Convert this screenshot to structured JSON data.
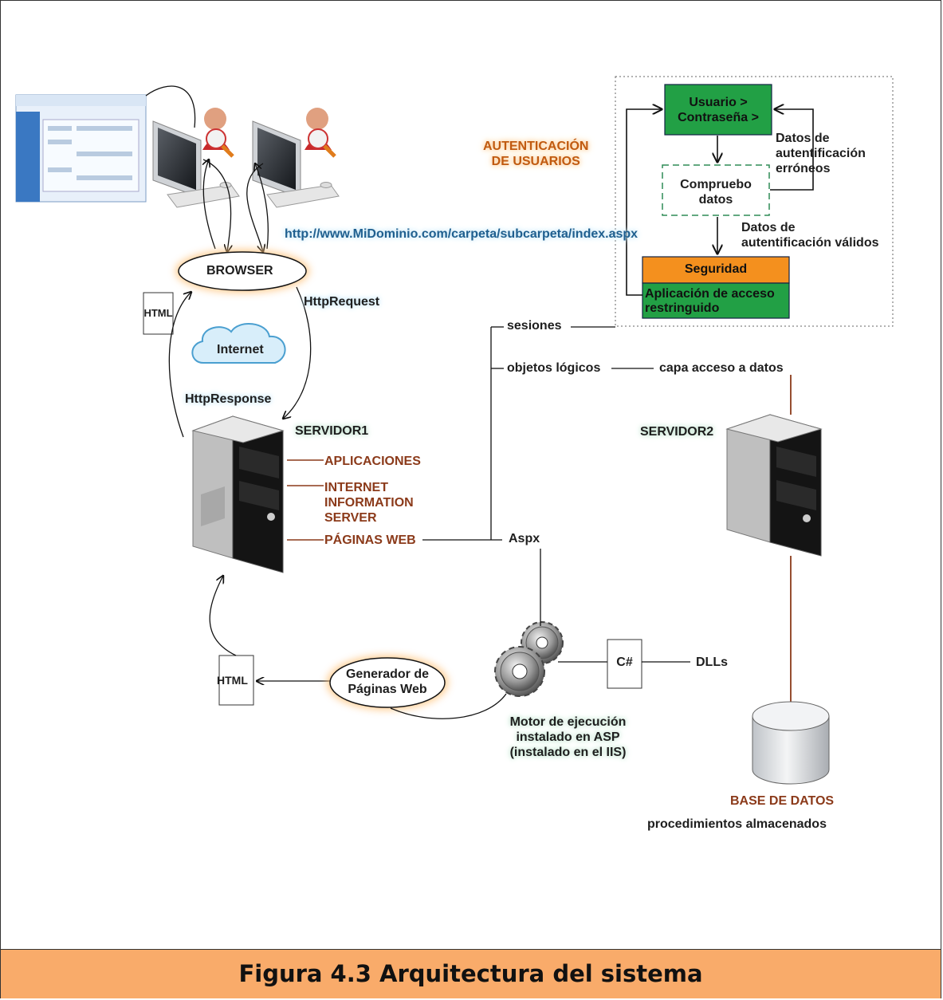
{
  "diagram": {
    "auth_title": "AUTENTICACIÓN\nDE USUARIOS",
    "auth_user_box": "Usuario >\nContraseña >",
    "auth_check_box": "Compruebo\ndatos",
    "auth_wrong": "Datos de\nautentificación\nerróneos",
    "auth_valid": "Datos de\nautentificación válidos",
    "auth_security": "Seguridad",
    "auth_app": "Aplicación de acceso\nrestringuido",
    "url": "http://www.MiDominio.com/carpeta/subcarpeta/index.aspx",
    "browser": "BROWSER",
    "html_top": "HTML",
    "http_request": "HttpRequest",
    "internet": "Internet",
    "http_response": "HttpResponse",
    "servidor1": "SERVIDOR1",
    "aplicaciones": "APLICACIONES",
    "iis": "INTERNET\nINFORMATION\nSERVER",
    "paginas_web": "PÁGINAS WEB",
    "aspx": "Aspx",
    "sesiones": "sesiones",
    "objetos_logicos": "objetos lógicos",
    "capa_acceso": "capa acceso a datos",
    "servidor2": "SERVIDOR2",
    "html_bottom": "HTML",
    "generador": "Generador de\nPáginas Web",
    "csharp": "C#",
    "dlls": "DLLs",
    "motor": "Motor de ejecución\ninstalado en ASP\n(instalado en el IIS)",
    "base_datos": "BASE DE DATOS",
    "procedimientos": "procedimientos almacenados"
  },
  "caption": "Figura 4.3 Arquitectura del sistema",
  "colors": {
    "green_box": "#22a045",
    "orange_box": "#f4901e",
    "caption_band": "#f9ab6a",
    "brown_text": "#8b3a1a",
    "blue_text": "#1f5f8f"
  }
}
